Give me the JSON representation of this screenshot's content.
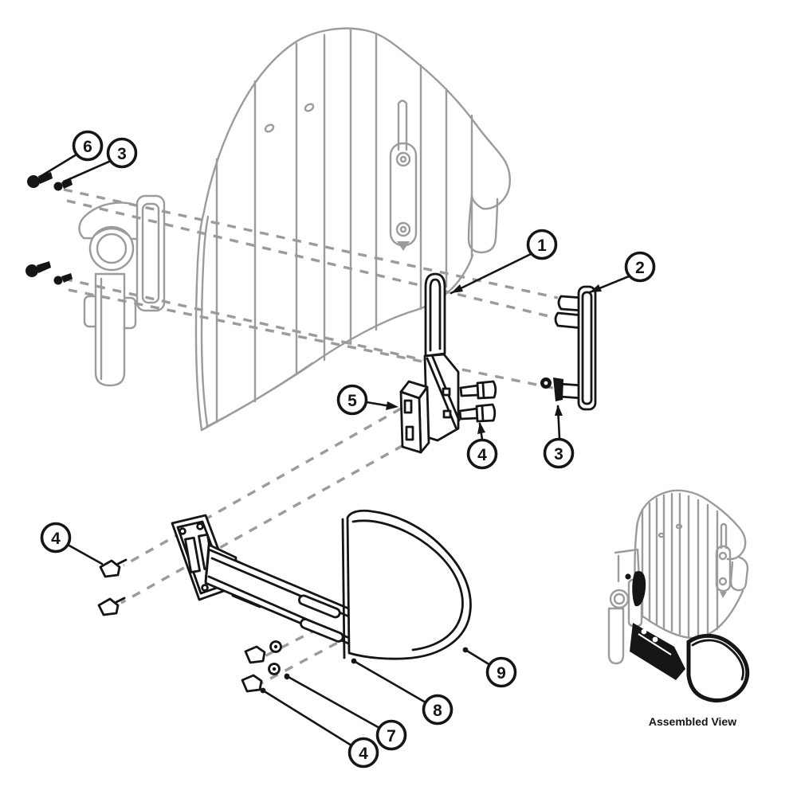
{
  "diagram": {
    "type": "exploded-parts-diagram",
    "subject": "backrest lateral support hardware",
    "colors": {
      "part_outline": "#151515",
      "ghost_outline": "#9b9b9b",
      "background": "#ffffff"
    },
    "callouts": [
      {
        "ref": "6"
      },
      {
        "ref": "3"
      },
      {
        "ref": "1"
      },
      {
        "ref": "2"
      },
      {
        "ref": "5"
      },
      {
        "ref": "4"
      },
      {
        "ref": "3"
      },
      {
        "ref": "4"
      },
      {
        "ref": "9"
      },
      {
        "ref": "8"
      },
      {
        "ref": "7"
      },
      {
        "ref": "4"
      }
    ],
    "assembled_view": {
      "label": "Assembled View"
    }
  }
}
